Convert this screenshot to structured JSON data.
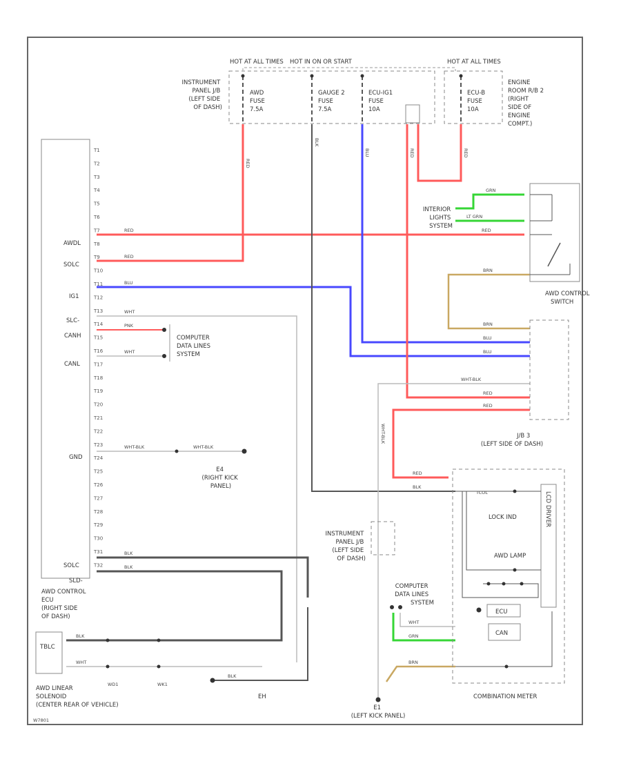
{
  "fuse_block": {
    "header_left": "HOT AT ALL TIMES",
    "header_mid": "HOT IN ON OR START",
    "header_right": "HOT AT ALL TIMES",
    "panel_label": [
      "INSTRUMENT",
      "PANEL J/B",
      "(LEFT SIDE",
      "OF DASH)"
    ],
    "engine_label": [
      "ENGINE",
      "ROOM R/B 2",
      "(RIGHT",
      "SIDE OF",
      "ENGINE",
      "COMPT.)"
    ],
    "fuse1": [
      "AWD",
      "FUSE",
      "7.5A"
    ],
    "fuse2": [
      "GAUGE 2",
      "FUSE",
      "7.5A"
    ],
    "fuse3": [
      "ECU-IG1",
      "FUSE",
      "10A"
    ],
    "fuse4": [
      "ECU-B",
      "FUSE",
      "10A"
    ]
  },
  "ecu": {
    "pins": [
      "T1",
      "T2",
      "T3",
      "T4",
      "T5",
      "T6",
      "T7",
      "T8",
      "T9",
      "T10",
      "T11",
      "T12",
      "T13",
      "T14",
      "T15",
      "T16",
      "T17",
      "T18",
      "T19",
      "T20",
      "T21",
      "T22",
      "T23",
      "T24",
      "T25",
      "T26",
      "T27",
      "T28",
      "T29",
      "T30",
      "T31",
      "T32"
    ],
    "signals": {
      "t7": "AWDL",
      "t9": "SOLC",
      "t11": "IG1",
      "t14": "SLC-",
      "t15": "CANH",
      "t17": "CANL",
      "t23": "GND",
      "t31": "SOLC",
      "t32": "SLD-"
    },
    "label": [
      "AWD CONTROL",
      "ECU",
      "(RIGHT SIDE",
      "OF DASH)"
    ]
  },
  "computer_data_1": [
    "COMPUTER",
    "DATA LINES",
    "SYSTEM"
  ],
  "computer_data_2": [
    "COMPUTER",
    "DATA LINES",
    "SYSTEM"
  ],
  "ground_e4": [
    "E4",
    "(RIGHT KICK",
    "PANEL)"
  ],
  "ground_e1": [
    "E1",
    "(LEFT KICK PANEL)"
  ],
  "ground_eh": "EH",
  "interior_lights": [
    "INTERIOR",
    "LIGHTS",
    "SYSTEM"
  ],
  "awd_switch": [
    "AWD CONTROL",
    "SWITCH"
  ],
  "jb3": [
    "J/B 3",
    "(LEFT SIDE OF DASH)"
  ],
  "panel_jb2": [
    "INSTRUMENT",
    "PANEL J/B",
    "(LEFT SIDE",
    "OF DASH)"
  ],
  "solenoid": [
    "AWD LINEAR",
    "SOLENOID",
    "(CENTER REAR OF VEHICLE)"
  ],
  "solenoid_tag": "TBLC",
  "solenoid_conn": [
    "WD1",
    "WK1"
  ],
  "meter": {
    "label": "COMBINATION METER",
    "lock_ind": "LOCK IND",
    "awd_lamp": "AWD LAMP",
    "lcd_driver": "LCD DRIVER",
    "ecu": "ECU",
    "can": "CAN",
    "vol": "TCOL"
  },
  "wire_colors": {
    "red": "RED",
    "blu": "BLU",
    "blk": "BLK",
    "wht": "WHT",
    "wht_blk": "WHT-BLK",
    "grn": "GRN",
    "lt_grn": "LT GRN",
    "brn": "BRN",
    "pnk": "PNK"
  },
  "colors": {
    "red": "#ff5a5a",
    "blue": "#4848ff",
    "green": "#35d635",
    "tan": "#c9a862",
    "black": "#555555"
  },
  "diagram_id": "W7801"
}
